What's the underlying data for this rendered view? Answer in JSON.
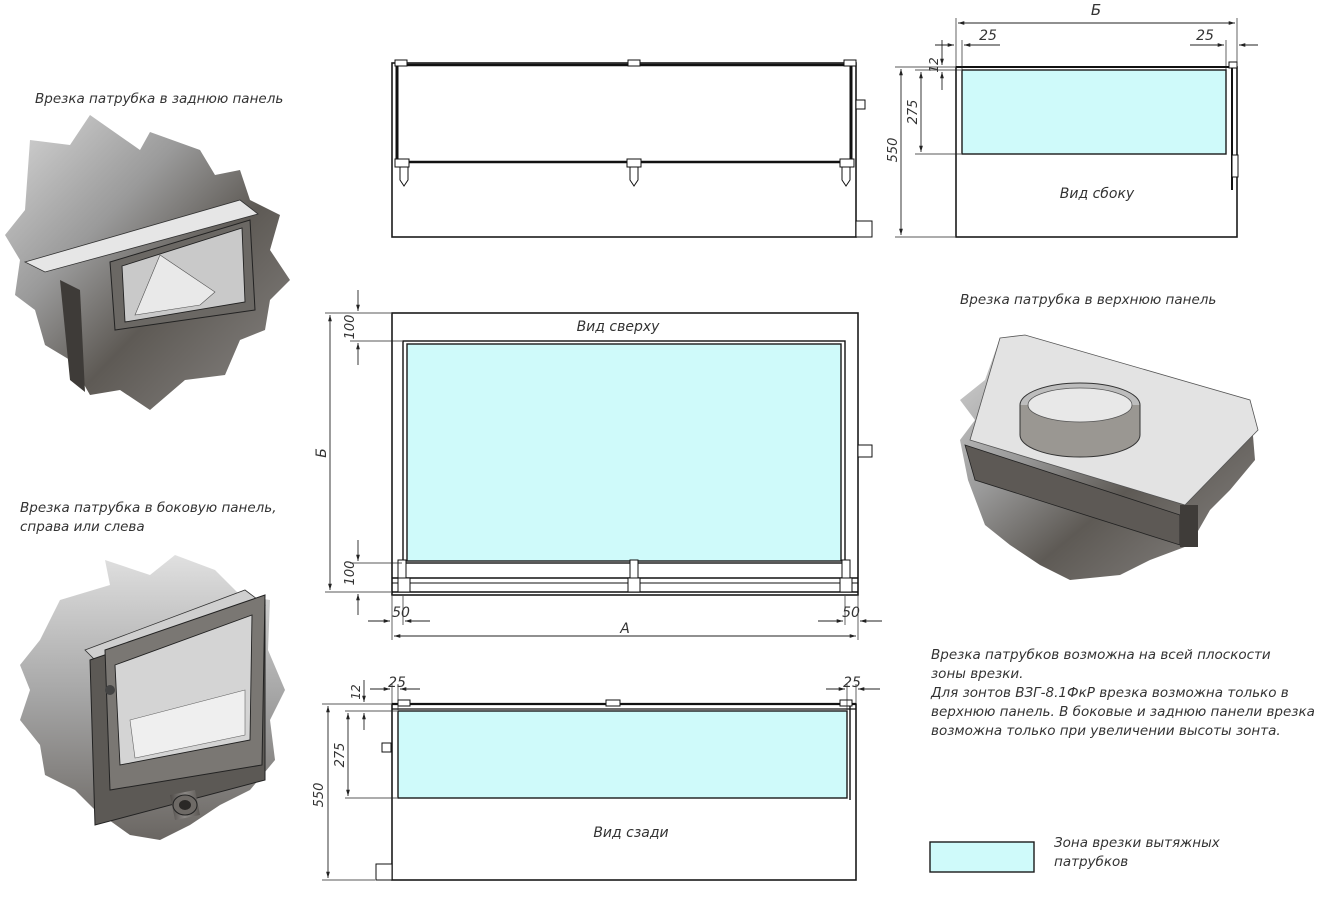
{
  "captions": {
    "rear_panel": "Врезка патрубка в заднюю панель",
    "side_panel_line1": "Врезка патрубка в боковую панель,",
    "side_panel_line2": "справа или слева",
    "top_panel": "Врезка патрубка в верхнюю панель"
  },
  "views": {
    "side": "Вид сбоку",
    "top": "Вид сверху",
    "back": "Вид сзади"
  },
  "dims": {
    "side_width": "Б",
    "side_margin_left": "25",
    "side_margin_right": "25",
    "side_gap": "12",
    "side_zone_h": "275",
    "side_total_h": "550",
    "top_margin_top": "100",
    "top_height": "Б",
    "top_margin_bottom": "100",
    "top_margin_left": "50",
    "top_margin_right": "50",
    "top_width": "А",
    "back_margin_left": "25",
    "back_margin_right": "25",
    "back_gap": "12",
    "back_zone_h": "275",
    "back_total_h": "550"
  },
  "note": {
    "line1": "Врезка патрубков возможна на всей плоскости",
    "line2": "зоны врезки.",
    "line3": "Для зонтов ВЗГ-8.1ФкР врезка возможна только в",
    "line4": "верхнюю панель. В боковые и заднюю панели врезка",
    "line5": "возможна только при увеличении высоты зонта."
  },
  "legend": {
    "line1": "Зона врезки вытяжных",
    "line2": "патрубков",
    "color": "#cffafa"
  }
}
